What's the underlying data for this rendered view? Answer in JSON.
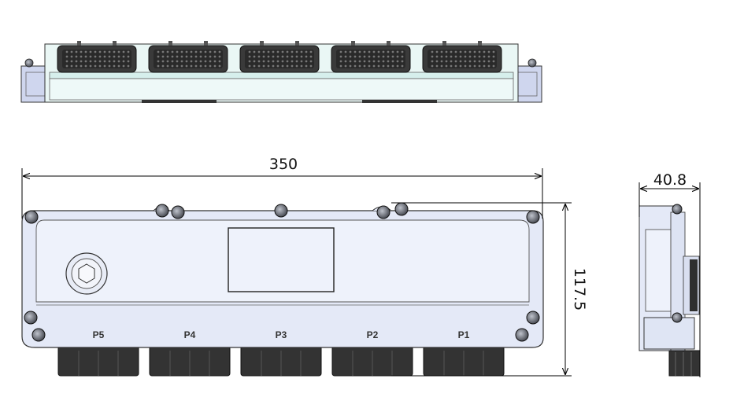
{
  "dimensions": {
    "width": "350",
    "height": "117.5",
    "depth": "40.8"
  },
  "ports": [
    "P5",
    "P4",
    "P3",
    "P2",
    "P1"
  ],
  "colors": {
    "body_fill": "#e4e9f7",
    "body_light": "#eef2fb",
    "edge_fill": "#cfd6ee",
    "rail_fill": "#e7f7f4",
    "connector_fill": "#3a3a3a",
    "connector_dark": "#1f1f1f",
    "dim_line": "#000000"
  }
}
